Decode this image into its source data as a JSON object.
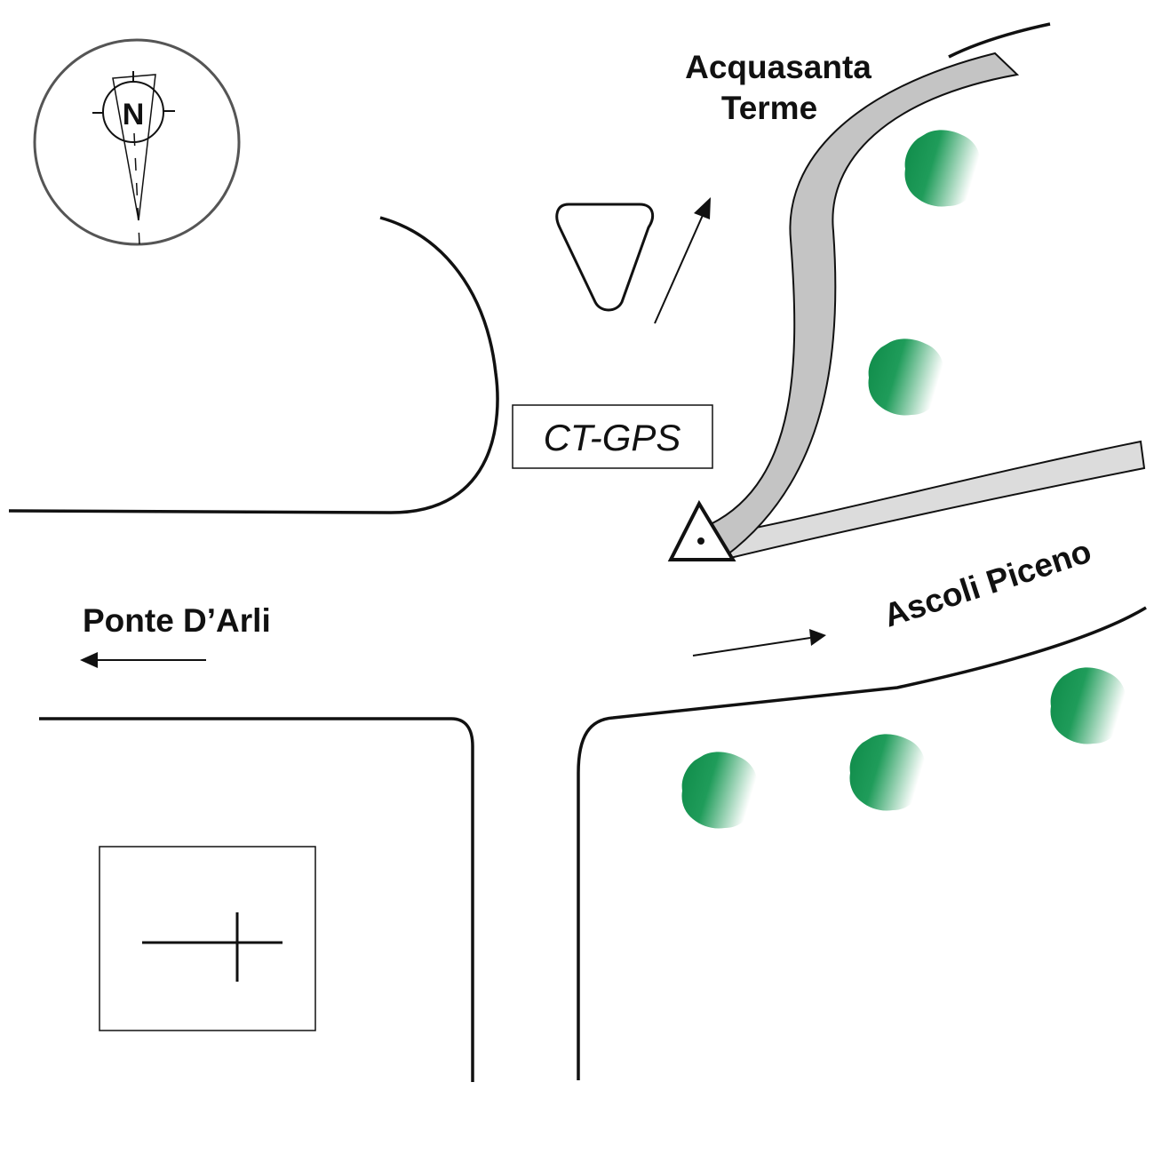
{
  "compass": {
    "north_letter": "N"
  },
  "labels": {
    "acquasanta_line1": "Acquasanta",
    "acquasanta_line2": "Terme",
    "station": "CT-GPS",
    "ponte": "Ponte D’Arli",
    "ascoli": "Ascoli Piceno"
  },
  "colors": {
    "line": "#111111",
    "compass_ring": "#555555",
    "main_road_fill": "#c4c4c4",
    "side_road_fill": "#dcdcdc",
    "tree_dark": "#0e8a48",
    "tree_light": "#ffffff"
  },
  "icons": {
    "compass": "north-arrow-compass-icon",
    "benchmark": "triangle-survey-marker-icon",
    "tree": "tree-icon",
    "cross": "cross-marker-icon"
  }
}
